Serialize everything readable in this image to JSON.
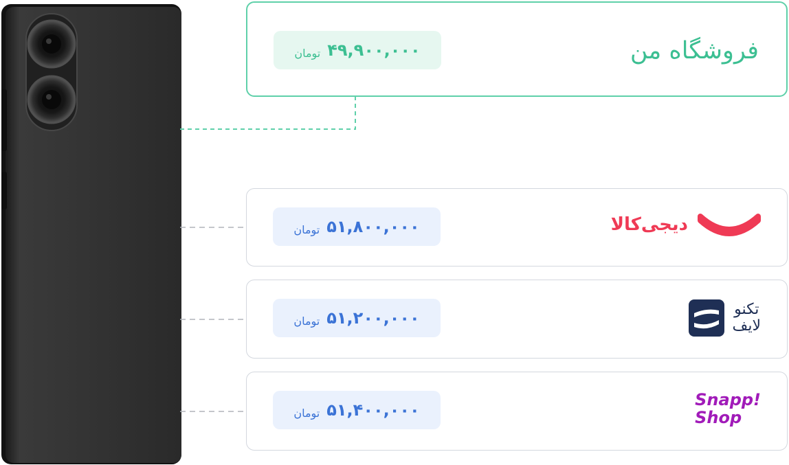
{
  "colors": {
    "accent_green": "#3cbf92",
    "accent_blue": "#3b73d6",
    "digikala_red": "#ef3a55",
    "technolife_navy": "#1f2f55",
    "snapp_purple": "#a11bb9"
  },
  "product_image": {
    "icon": "phone-back-image"
  },
  "my_store": {
    "name": "فروشگاه من",
    "price": "۴۹,۹۰۰,۰۰۰",
    "currency": "تومان"
  },
  "stores": [
    {
      "logo_text": "دیجی‌کالا",
      "logo_icon": "digikala-smile-icon",
      "price": "۵۱,۸۰۰,۰۰۰",
      "currency": "تومان"
    },
    {
      "logo_text_line1": "تکنو",
      "logo_text_line2": "لایف",
      "logo_icon": "technolife-badge-icon",
      "price": "۵۱,۲۰۰,۰۰۰",
      "currency": "تومان"
    },
    {
      "logo_text_line1": "Snapp!",
      "logo_text_line2": "Shop",
      "price": "۵۱,۴۰۰,۰۰۰",
      "currency": "تومان"
    }
  ]
}
